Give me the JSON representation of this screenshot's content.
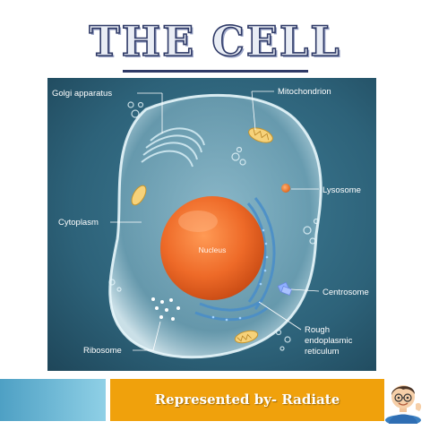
{
  "slide": {
    "title": "THE CELL"
  },
  "diagram": {
    "labels": {
      "golgi": "Golgi apparatus",
      "mitochondrion": "Mitochondrion",
      "lysosome": "Lysosome",
      "cytoplasm": "Cytoplasm",
      "nucleus": "Nucleus",
      "centrosome": "Centrosome",
      "ribosome": "Ribosome",
      "rer_line1": "Rough",
      "rer_line2": "endoplasmic",
      "rer_line3": "reticulum"
    }
  },
  "footer": {
    "credit": "Represented by- Radiate"
  },
  "colors": {
    "title_outline": "#2f3a67",
    "banner": "#f0a10c",
    "footer_left": "#6cb8d6",
    "diagram_bg": "#2b5d74",
    "nucleus": "#ea6a2a"
  }
}
